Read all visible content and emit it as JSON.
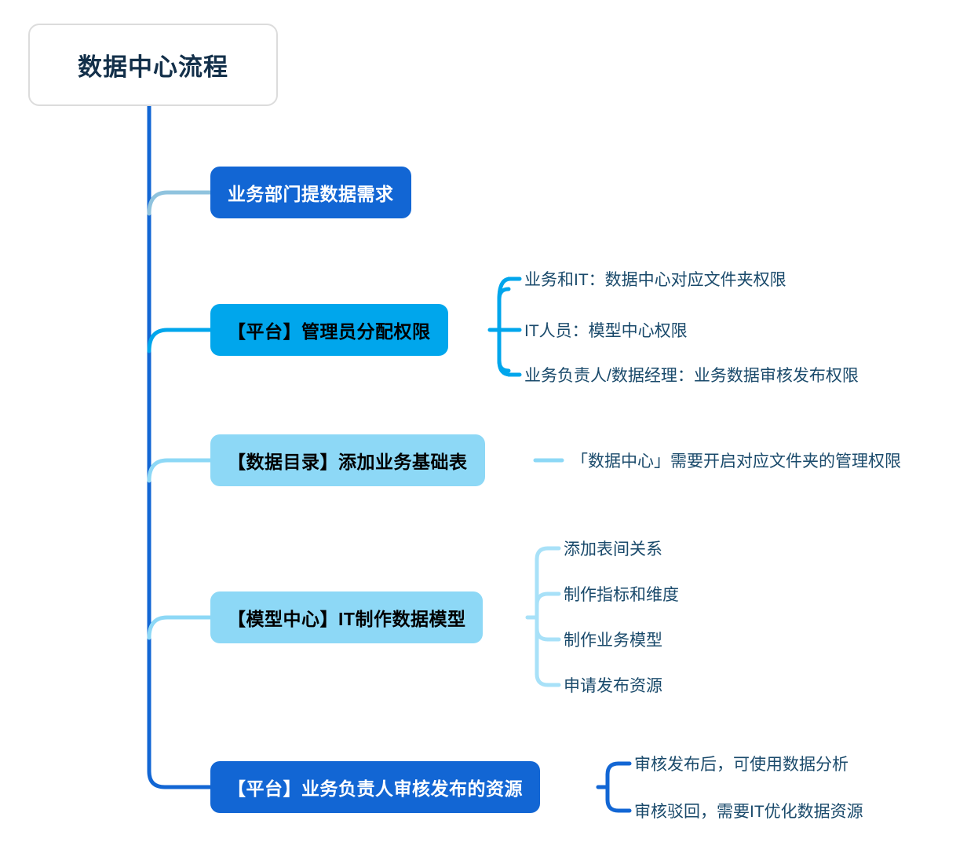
{
  "diagram": {
    "title": "数据中心流程",
    "type": "mindmap",
    "orientation": "vertical-trunk-right-branches",
    "background_color": "#ffffff",
    "colors": {
      "root_border": "#dcdcdc",
      "root_text": "#13304a",
      "trunk": "#1266d4",
      "node_dark_blue": "#1266d4",
      "node_cyan": "#00a6ec",
      "node_light_blue": "#8dd8f6",
      "leaf_text": "#1a4a6b",
      "connector_muted": "#8fc3de"
    }
  },
  "root": {
    "label": "数据中心流程"
  },
  "branches": [
    {
      "label": "业务部门提数据需求",
      "style": "dark",
      "connector_color": "#8fc3de",
      "leaves": []
    },
    {
      "label": "【平台】管理员分配权限",
      "style": "cyan",
      "connector_color": "#00a6ec",
      "leaves": [
        "业务和IT：数据中心对应文件夹权限",
        "IT人员：模型中心权限",
        "业务负责人/数据经理：业务数据审核发布权限"
      ]
    },
    {
      "label": "【数据目录】添加业务基础表",
      "style": "light",
      "connector_color": "#8dd8f6",
      "leaves": [
        "「数据中心」需要开启对应文件夹的管理权限"
      ]
    },
    {
      "label": "【模型中心】IT制作数据模型",
      "style": "light",
      "connector_color": "#8dd8f6",
      "leaves": [
        "添加表间关系",
        "制作指标和维度",
        "制作业务模型",
        "申请发布资源"
      ]
    },
    {
      "label": "【平台】业务负责人审核发布的资源",
      "style": "dark",
      "connector_color": "#1266d4",
      "leaves": [
        "审核发布后，可使用数据分析",
        "审核驳回，需要IT优化数据资源"
      ]
    }
  ]
}
